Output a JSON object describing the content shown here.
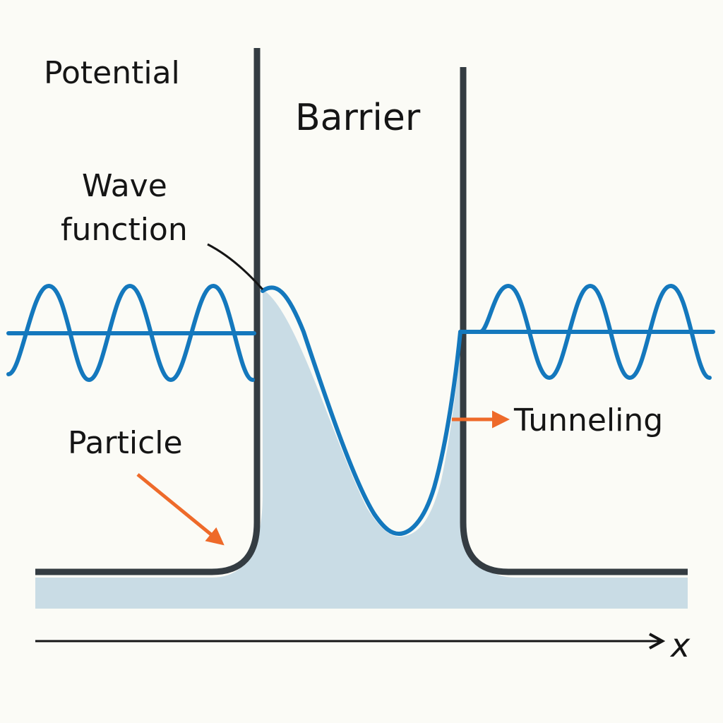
{
  "labels": {
    "potential": "Potential",
    "barrier": "Barrier",
    "wave_function_line1": "Wave",
    "wave_function_line2": "function",
    "particle": "Particle",
    "tunneling": "Tunneling",
    "x_axis": "x"
  },
  "colors": {
    "background": "#fbfbf6",
    "barrier_wall": "#343c42",
    "barrier_fill": "#c9dce5",
    "wave": "#1478bd",
    "arrow_accent": "#ee6a2a",
    "axis": "#151515",
    "text": "#151515"
  },
  "icons": {
    "particle_arrow": "orange-arrow-icon",
    "tunneling_arrow": "orange-arrow-icon",
    "axis_arrow": "arrow-right-icon"
  }
}
